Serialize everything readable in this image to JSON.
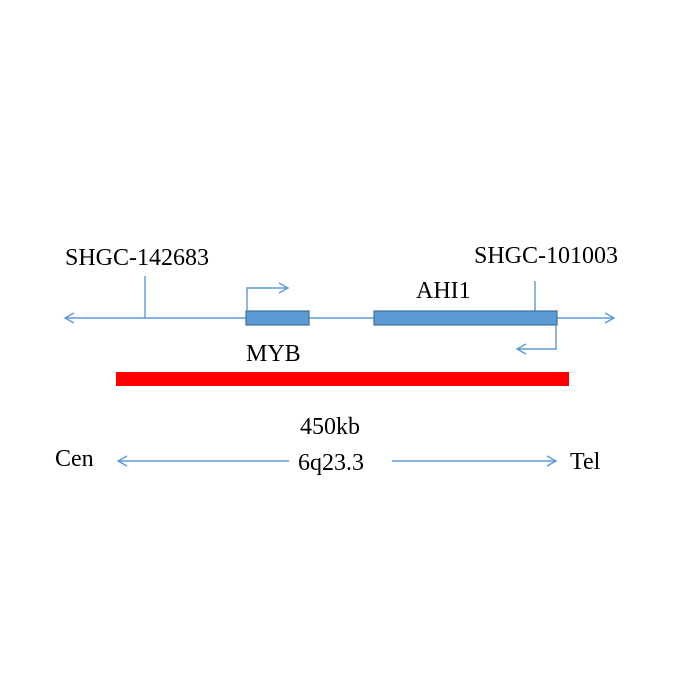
{
  "diagram": {
    "markers": {
      "left": "SHGC-142683",
      "right": "SHGC-101003"
    },
    "genes": {
      "myb": "MYB",
      "ahi1": "AHI1"
    },
    "region": {
      "size": "450kb",
      "band": "6q23.3"
    },
    "orientation": {
      "left": "Cen",
      "right": "Tel"
    },
    "colors": {
      "line": "#5b9bd5",
      "gene_fill": "#5b9bd5",
      "gene_stroke": "#41719c",
      "region_bar": "#ff0000",
      "text": "#000000"
    }
  }
}
